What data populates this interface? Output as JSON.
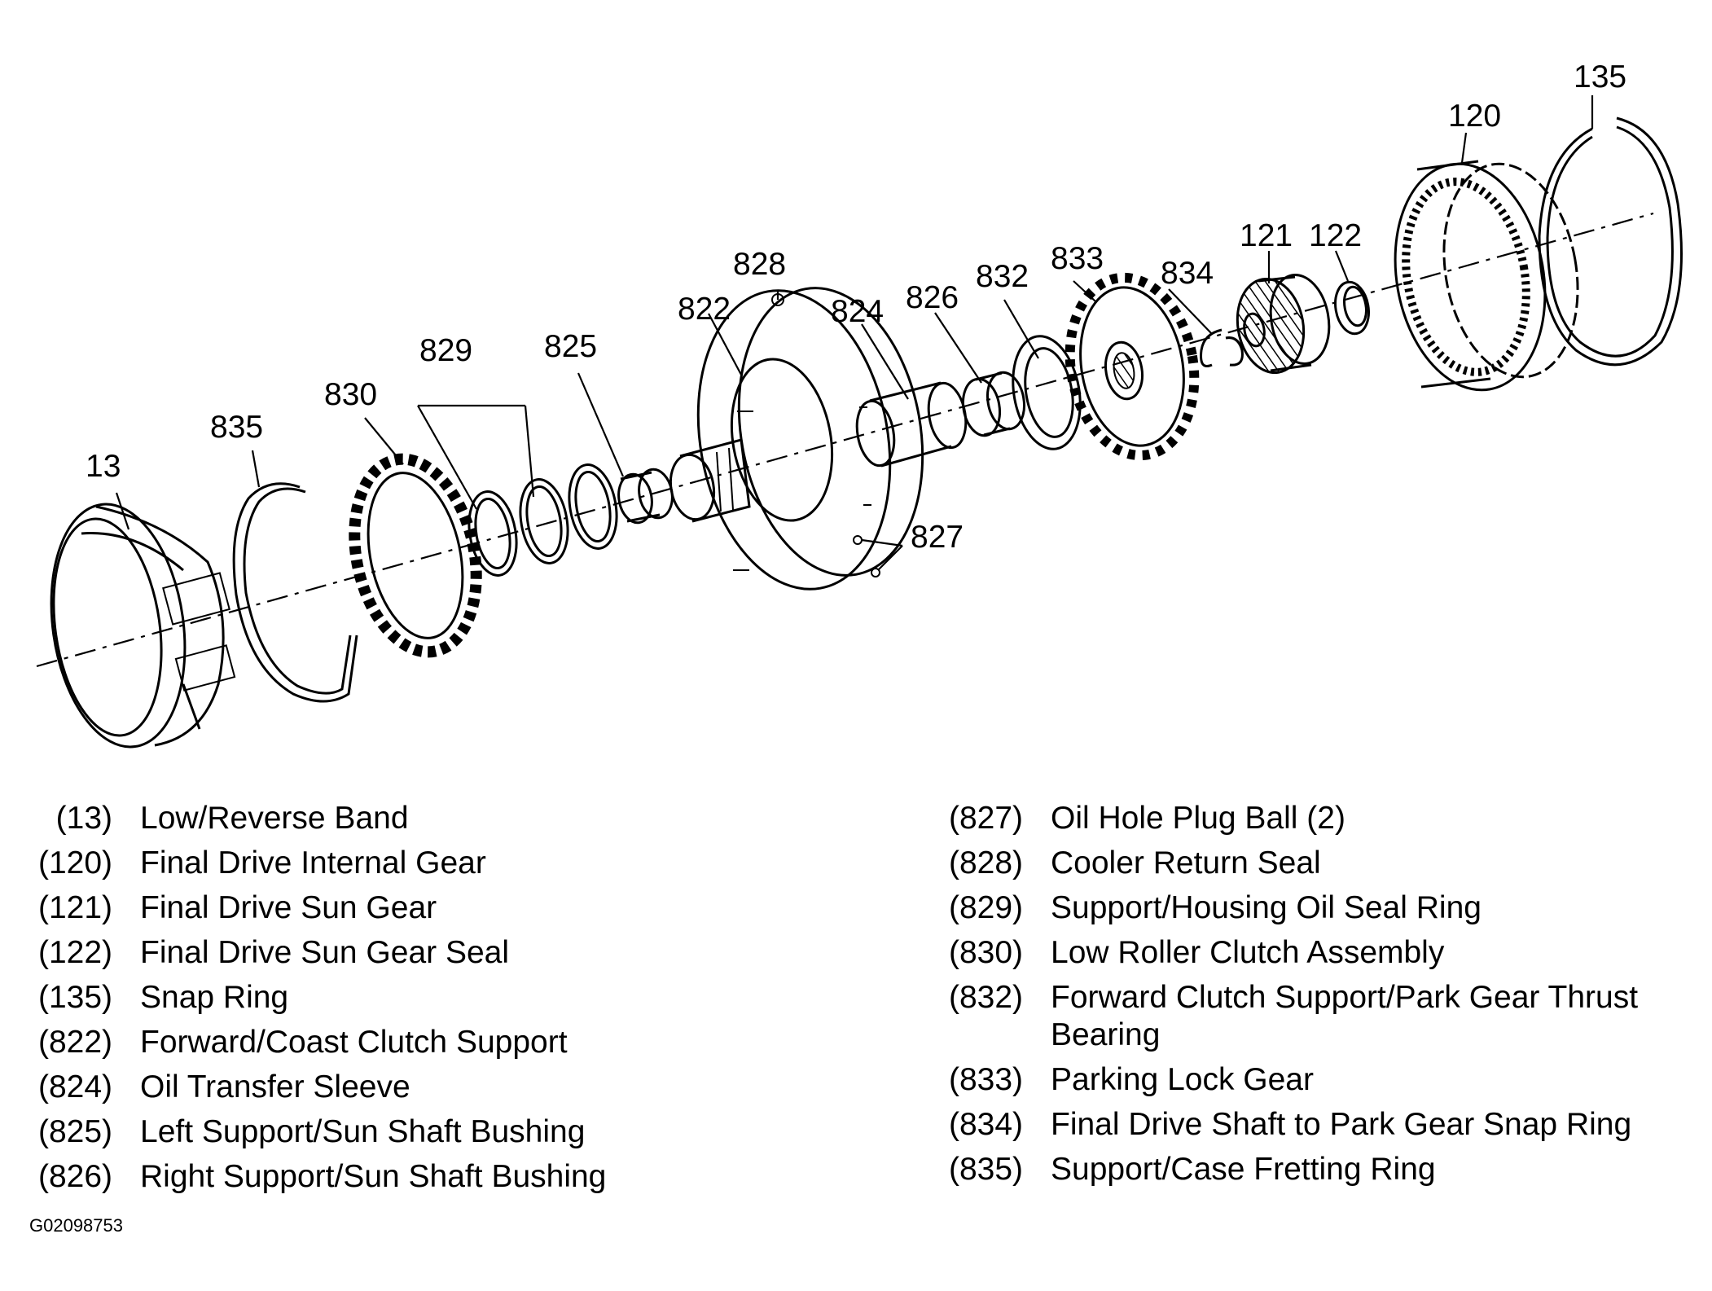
{
  "callouts": {
    "c13": "13",
    "c835": "835",
    "c830": "830",
    "c829": "829",
    "c825": "825",
    "c822": "822",
    "c828": "828",
    "c824": "824",
    "c826": "826",
    "c832": "832",
    "c833": "833",
    "c834": "834",
    "c121": "121",
    "c122": "122",
    "c120": "120",
    "c135": "135",
    "c827": "827"
  },
  "legend": {
    "left": [
      {
        "num": "(13)",
        "desc": "Low/Reverse Band"
      },
      {
        "num": "(120)",
        "desc": "Final Drive Internal Gear"
      },
      {
        "num": "(121)",
        "desc": "Final Drive Sun Gear"
      },
      {
        "num": "(122)",
        "desc": "Final Drive Sun Gear Seal"
      },
      {
        "num": "(135)",
        "desc": "Snap Ring"
      },
      {
        "num": "(822)",
        "desc": "Forward/Coast Clutch Support"
      },
      {
        "num": "(824)",
        "desc": "Oil Transfer Sleeve"
      },
      {
        "num": "(825)",
        "desc": "Left Support/Sun Shaft Bushing"
      },
      {
        "num": "(826)",
        "desc": "Right Support/Sun Shaft Bushing"
      }
    ],
    "right": [
      {
        "num": "(827)",
        "desc": "Oil Hole Plug Ball (2)"
      },
      {
        "num": "(828)",
        "desc": "Cooler Return Seal"
      },
      {
        "num": "(829)",
        "desc": "Support/Housing Oil Seal Ring"
      },
      {
        "num": "(830)",
        "desc": "Low Roller Clutch Assembly"
      },
      {
        "num": "(832)",
        "desc": "Forward Clutch Support/Park Gear Thrust Bearing"
      },
      {
        "num": "(833)",
        "desc": "Parking Lock Gear"
      },
      {
        "num": "(834)",
        "desc": "Final Drive Shaft to Park Gear Snap Ring"
      },
      {
        "num": "(835)",
        "desc": "Support/Case Fretting Ring"
      }
    ]
  },
  "image_code": "G02098753"
}
